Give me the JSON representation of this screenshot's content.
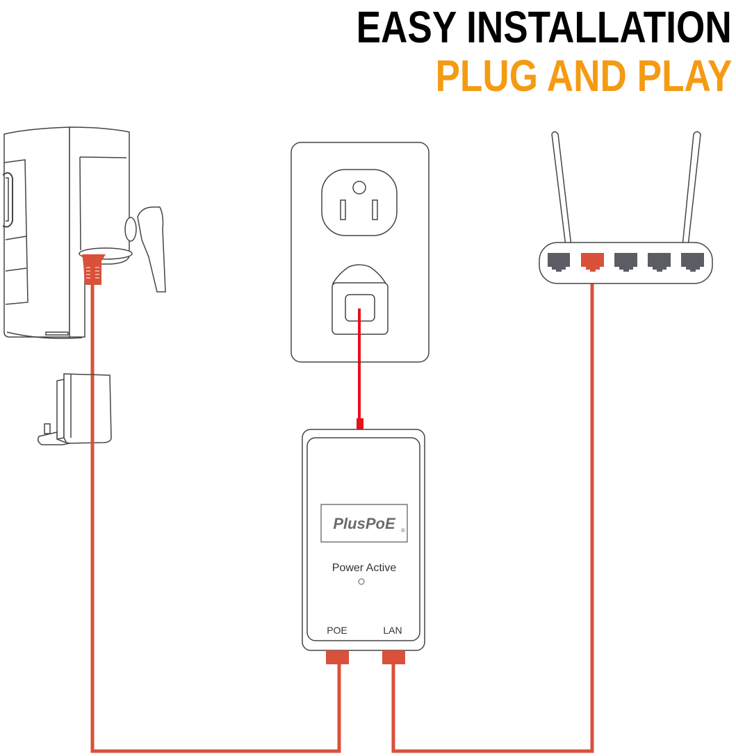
{
  "header": {
    "title": "EASY INSTALLATION",
    "subtitle": "PLUG AND PLAY"
  },
  "injector": {
    "brand": "PlusPoE",
    "registered_mark": "®",
    "status_label": "Power Active",
    "port_poe_label": "POE",
    "port_lan_label": "LAN"
  },
  "colors": {
    "title": "#000000",
    "subtitle": "#f49b13",
    "cable": "#d9513a",
    "power_cable": "#e8101a",
    "port_gray": "#5c5c64",
    "outline": "#444444"
  }
}
